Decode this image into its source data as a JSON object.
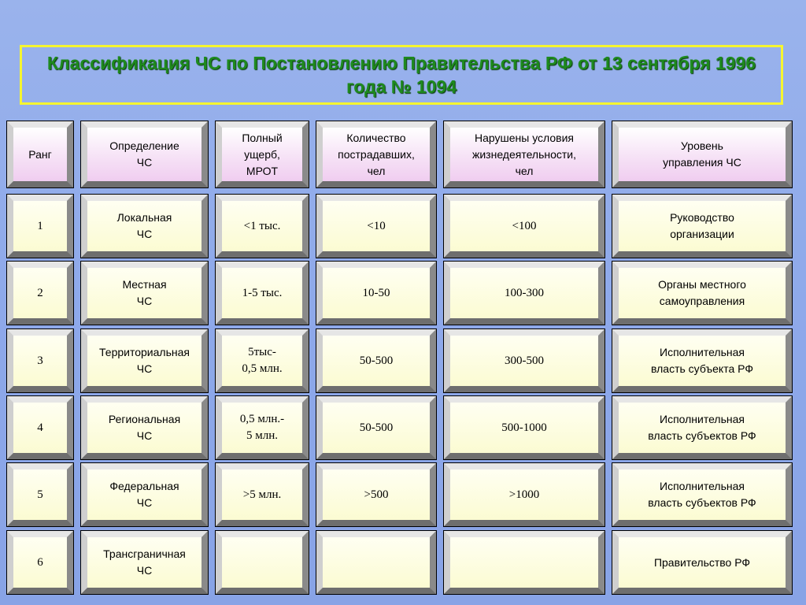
{
  "title": "Классификация ЧС по Постановлению Правительства РФ от 13 сентября 1996 года  № 1094",
  "headers": [
    "Ранг",
    "Определение\nЧС",
    "Полный\nущерб,\nМРОТ",
    "Количество\nпострадавших,\nчел",
    "Нарушены условия\nжизнедеятельности,\nчел",
    "Уровень\nуправления ЧС"
  ],
  "rows": [
    [
      "1",
      "Локальная\nЧС",
      "<1 тыс.",
      "<10",
      "<100",
      "Руководство\nорганизации"
    ],
    [
      "2",
      "Местная\nЧС",
      "1-5 тыс.",
      "10-50",
      "100-300",
      "Органы местного\nсамоуправления"
    ],
    [
      "3",
      "Территориальная\nЧС",
      "5тыс-\n0,5 млн.",
      "50-500",
      "300-500",
      "Исполнительная\nвласть субъекта РФ"
    ],
    [
      "4",
      "Региональная\nЧС",
      "0,5 млн.-\n5 млн.",
      "50-500",
      "500-1000",
      "Исполнительная\nвласть субъектов РФ"
    ],
    [
      "5",
      "Федеральная\nЧС",
      ">5 млн.",
      ">500",
      ">1000",
      "Исполнительная\nвласть субъектов РФ"
    ],
    [
      "6",
      "Трансграничная\nЧС",
      "",
      "",
      "",
      "Правительство РФ"
    ]
  ]
}
